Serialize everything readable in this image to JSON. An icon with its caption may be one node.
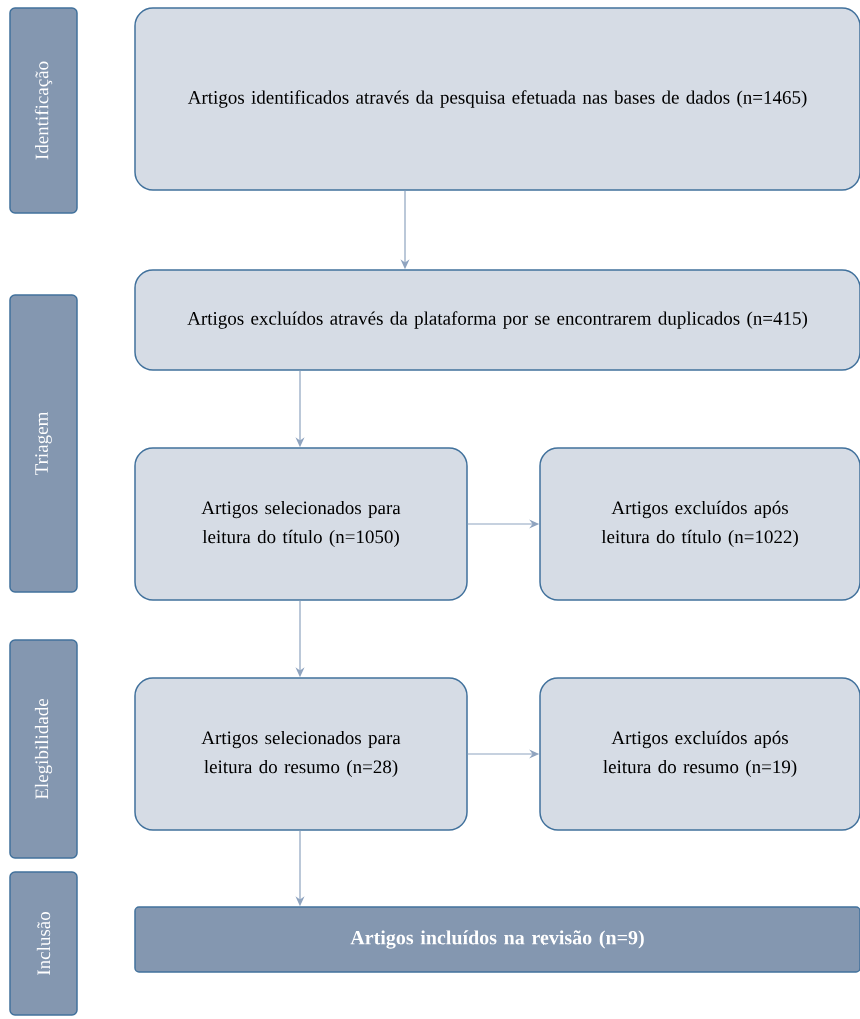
{
  "diagram": {
    "nodes": [
      {
        "text": [
          "Identificação"
        ]
      },
      {
        "text": [
          "Artigos identificados através da pesquisa efetuada nas bases de dados (n=1465)"
        ]
      },
      {
        "text": [
          "Triagem"
        ]
      },
      {
        "text": [
          "Artigos excluídos através da plataforma por se encontrarem duplicados (n=415)"
        ]
      },
      {
        "text": [
          "Artigos selecionados para leitura do título (n=1050)"
        ]
      },
      {
        "text": [
          "Artigos excluídos após leitura do título (n=1022)"
        ]
      },
      {
        "text": [
          "Elegibilidade"
        ]
      },
      {
        "text": [
          "Artigos selecionados para leitura do resumo (n=28)"
        ]
      },
      {
        "text": [
          "Artigos excluídos após leitura do resumo (n=19)"
        ]
      },
      {
        "text": [
          "Inclusão"
        ]
      },
      {
        "text": [
          "Artigos incluídos na revisão (n=9)"
        ]
      }
    ],
    "edges": [
      {
        "from": 1,
        "to": 3,
        "arrow": "to"
      },
      {
        "from": 3,
        "to": 4,
        "arrow": "to"
      },
      {
        "from": 4,
        "to": 5,
        "arrow": "to"
      },
      {
        "from": 4,
        "to": 7,
        "arrow": "to"
      },
      {
        "from": 7,
        "to": 8,
        "arrow": "to"
      },
      {
        "from": 7,
        "to": 10,
        "arrow": "to"
      }
    ]
  }
}
